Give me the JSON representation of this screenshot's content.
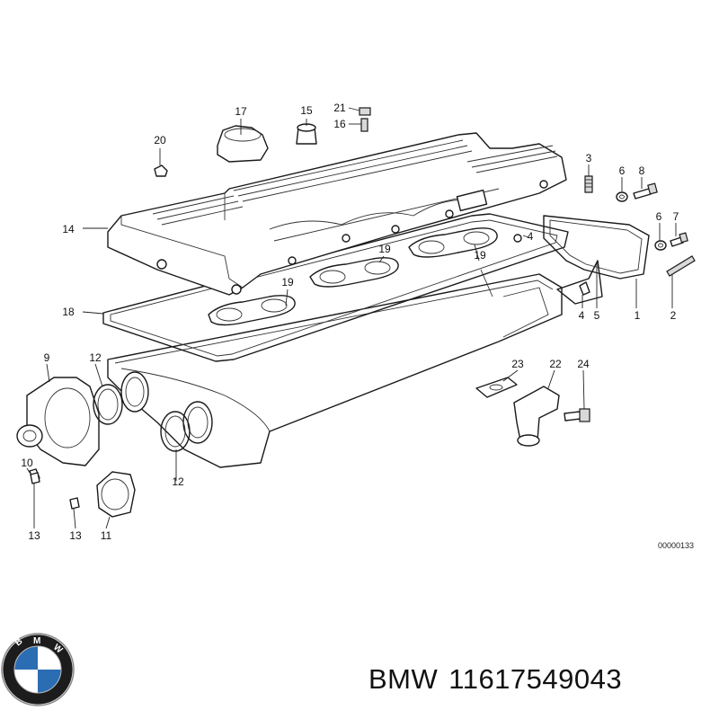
{
  "callouts": [
    "1",
    "2",
    "3",
    "4",
    "4",
    "5",
    "6",
    "6",
    "7",
    "8",
    "9",
    "10",
    "11",
    "12",
    "12",
    "13",
    "13",
    "14",
    "15",
    "16",
    "17",
    "18",
    "19",
    "19",
    "19",
    "20",
    "21",
    "22",
    "23",
    "24"
  ],
  "drawing_number": "00000133",
  "footer": {
    "brand": "BMW",
    "part_number": "11617549043"
  },
  "logo": {
    "letters": "BMW",
    "colors": {
      "ring": "#1c1c1c",
      "blue": "#2b6db3",
      "white": "#ffffff"
    }
  }
}
